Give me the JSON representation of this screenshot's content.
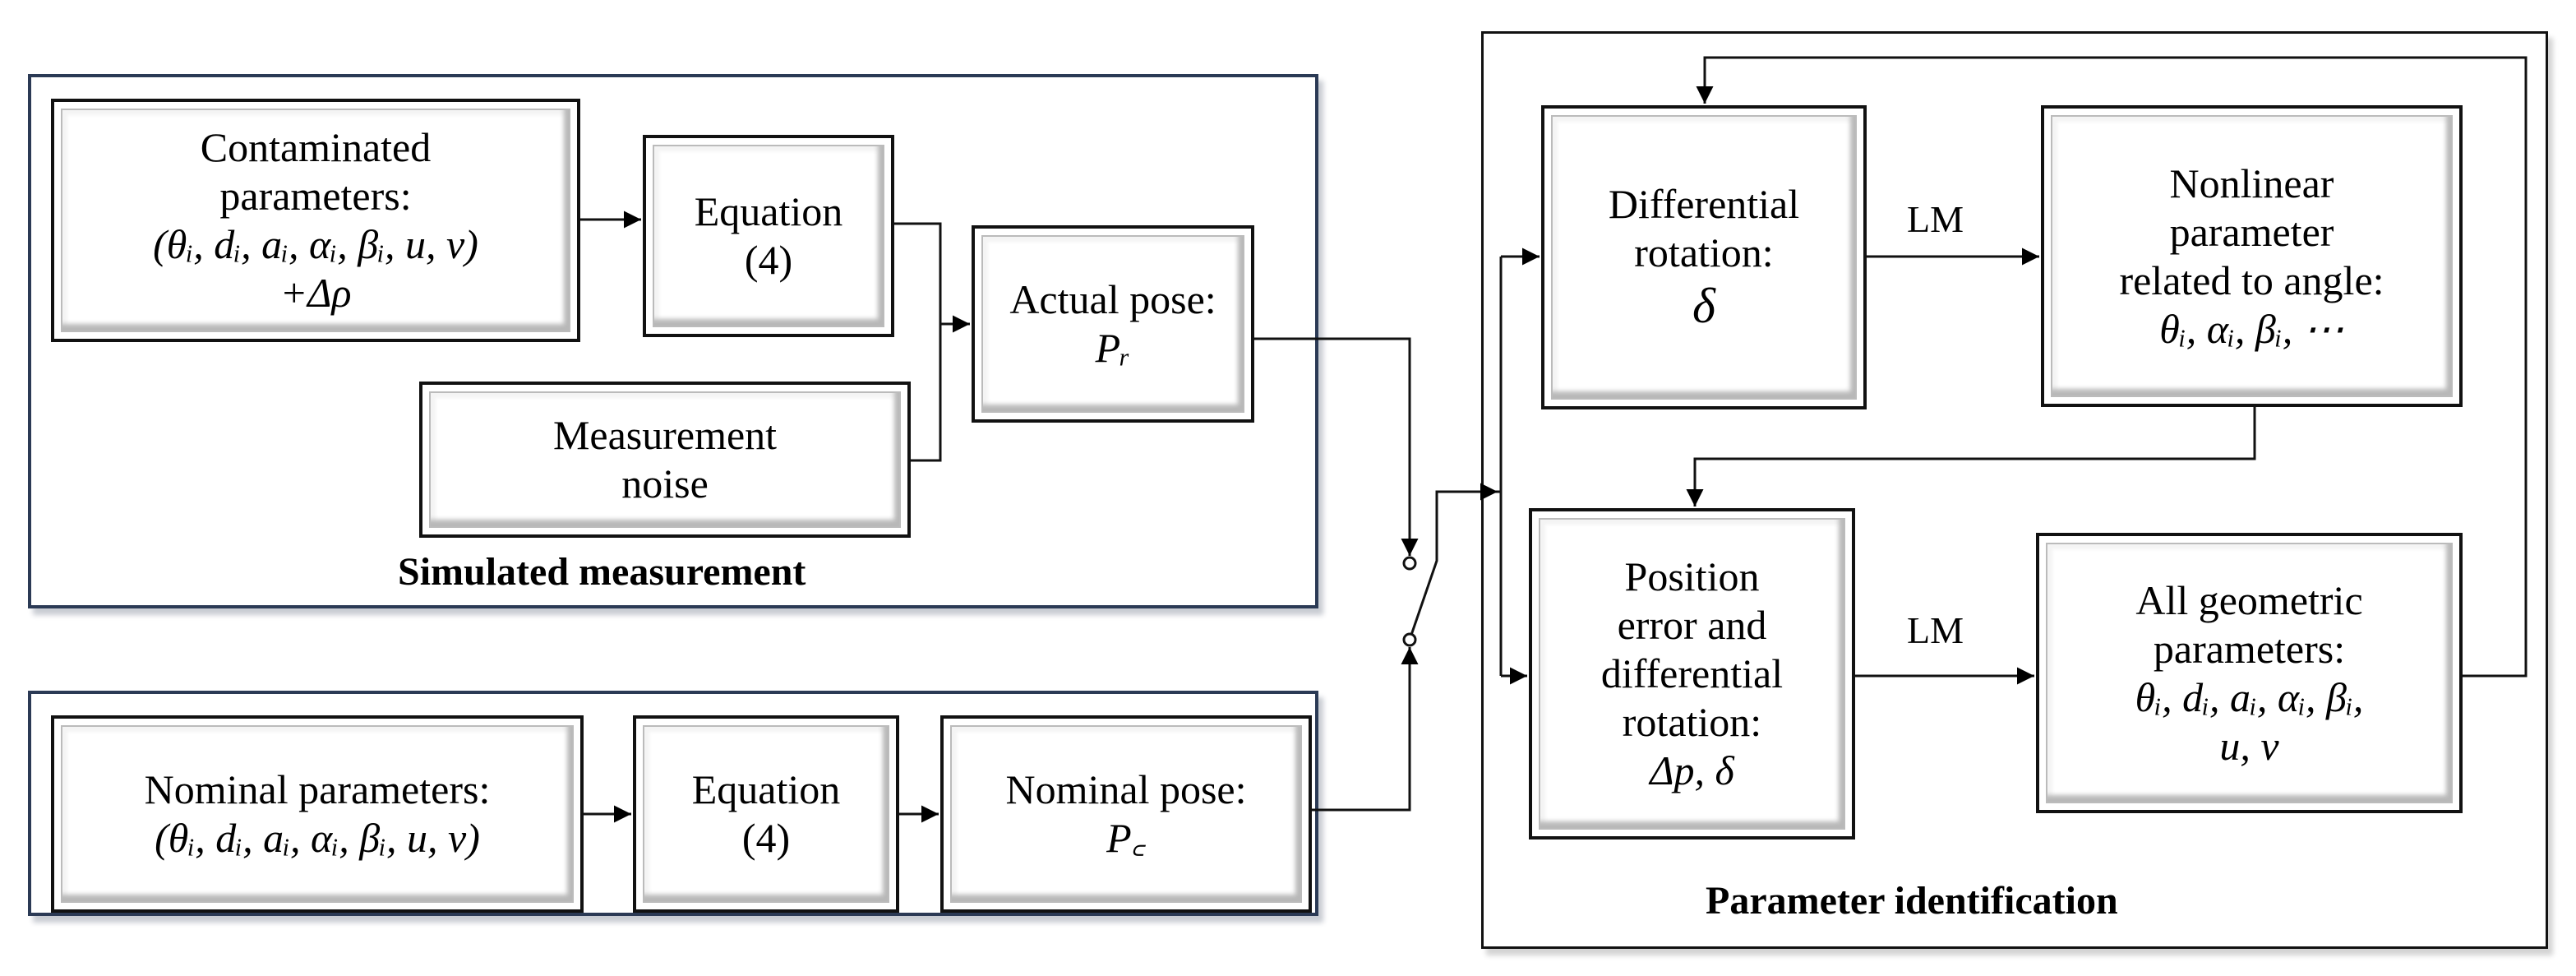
{
  "groups": {
    "simulated": {
      "title": "Simulated measurement"
    },
    "identification": {
      "title": "Parameter identification"
    }
  },
  "blocks": {
    "contaminated": {
      "line1": "Contaminated",
      "line2": "parameters:",
      "line3": "(θᵢ, dᵢ, aᵢ, αᵢ, βᵢ, u, v)",
      "line4": "+Δρ"
    },
    "equation_top": {
      "line1": "Equation",
      "line2": "(4)"
    },
    "noise": {
      "line1": "Measurement",
      "line2": "noise"
    },
    "actual_pose": {
      "line1": "Actual pose:",
      "line2": "Pᵣ"
    },
    "nominal_params": {
      "line1": "Nominal parameters:",
      "line2": "(θᵢ, dᵢ, aᵢ, αᵢ, βᵢ, u, v)"
    },
    "equation_bottom": {
      "line1": "Equation",
      "line2": "(4)"
    },
    "nominal_pose": {
      "line1": "Nominal pose:",
      "line2": "P꜀"
    },
    "diff_rotation": {
      "line1": "Differential",
      "line2": "rotation:",
      "line3": "δ"
    },
    "nonlinear": {
      "line1": "Nonlinear",
      "line2": "parameter",
      "line3": "related  to angle:",
      "line4": "θᵢ, αᵢ, βᵢ, ⋯"
    },
    "position_error": {
      "line1": "Position",
      "line2": "error and",
      "line3": "differential",
      "line4": "rotation:",
      "line5": "Δp, δ"
    },
    "all_geometric": {
      "line1": "All geometric",
      "line2": "parameters:",
      "line3": "θᵢ, dᵢ, aᵢ, αᵢ, βᵢ,",
      "line4": "u, v"
    }
  },
  "edges": {
    "lm_top": "LM",
    "lm_bottom": "LM"
  }
}
